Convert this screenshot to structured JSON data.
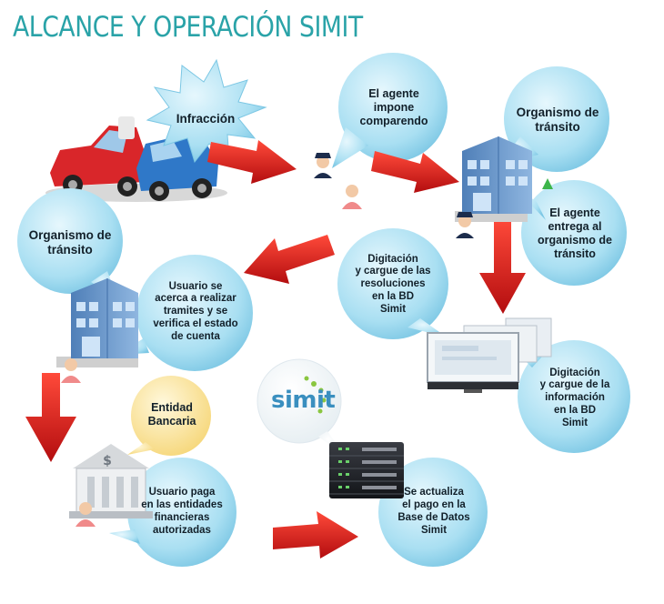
{
  "title": "ALCANCE Y OPERACIÓN SIMIT",
  "logo": "simit",
  "bubbles": {
    "infraccion": [
      "Infracción"
    ],
    "agente_impone": [
      "El agente",
      "impone",
      "comparendo"
    ],
    "organismo_top": [
      "Organismo de",
      "tránsito"
    ],
    "agente_entrega": [
      "El agente",
      "entrega  al",
      "organismo de",
      "tránsito"
    ],
    "digitacion_center": [
      "Digitación",
      "y cargue de las",
      "resoluciones",
      "en la BD",
      "Simit"
    ],
    "organismo_left": [
      "Organismo de",
      "tránsito"
    ],
    "usuario_acerca": [
      "Usuario se",
      "acerca a realizar",
      "tramites y se",
      "verifica el estado",
      "de cuenta"
    ],
    "digitacion_right": [
      "Digitación",
      "y cargue de la",
      "información",
      "en la BD",
      "Simit"
    ],
    "entidad_bancaria": [
      "Entidad",
      "Bancaria"
    ],
    "usuario_paga": [
      "Usuario paga",
      "en las entidades",
      "financieras",
      "autorizadas"
    ],
    "se_actualiza": [
      "Se actualiza",
      "el pago en la",
      "Base de Datos",
      "Simit"
    ]
  },
  "colors": {
    "title": "#2aa3a8",
    "bubble_blue": "#a9dff2",
    "bubble_yellow": "#fbe7a6",
    "bubble_white": "#ffffff",
    "arrow": "#e0191b",
    "building": "#5f8fc4",
    "logo": "#3a8fbf"
  },
  "icons": [
    "collision-cars-icon",
    "police-officer-icon",
    "citizen-icon",
    "building-icon",
    "bank-icon",
    "computer-monitor-icon",
    "server-rack-icon",
    "red-arrow-icon"
  ]
}
